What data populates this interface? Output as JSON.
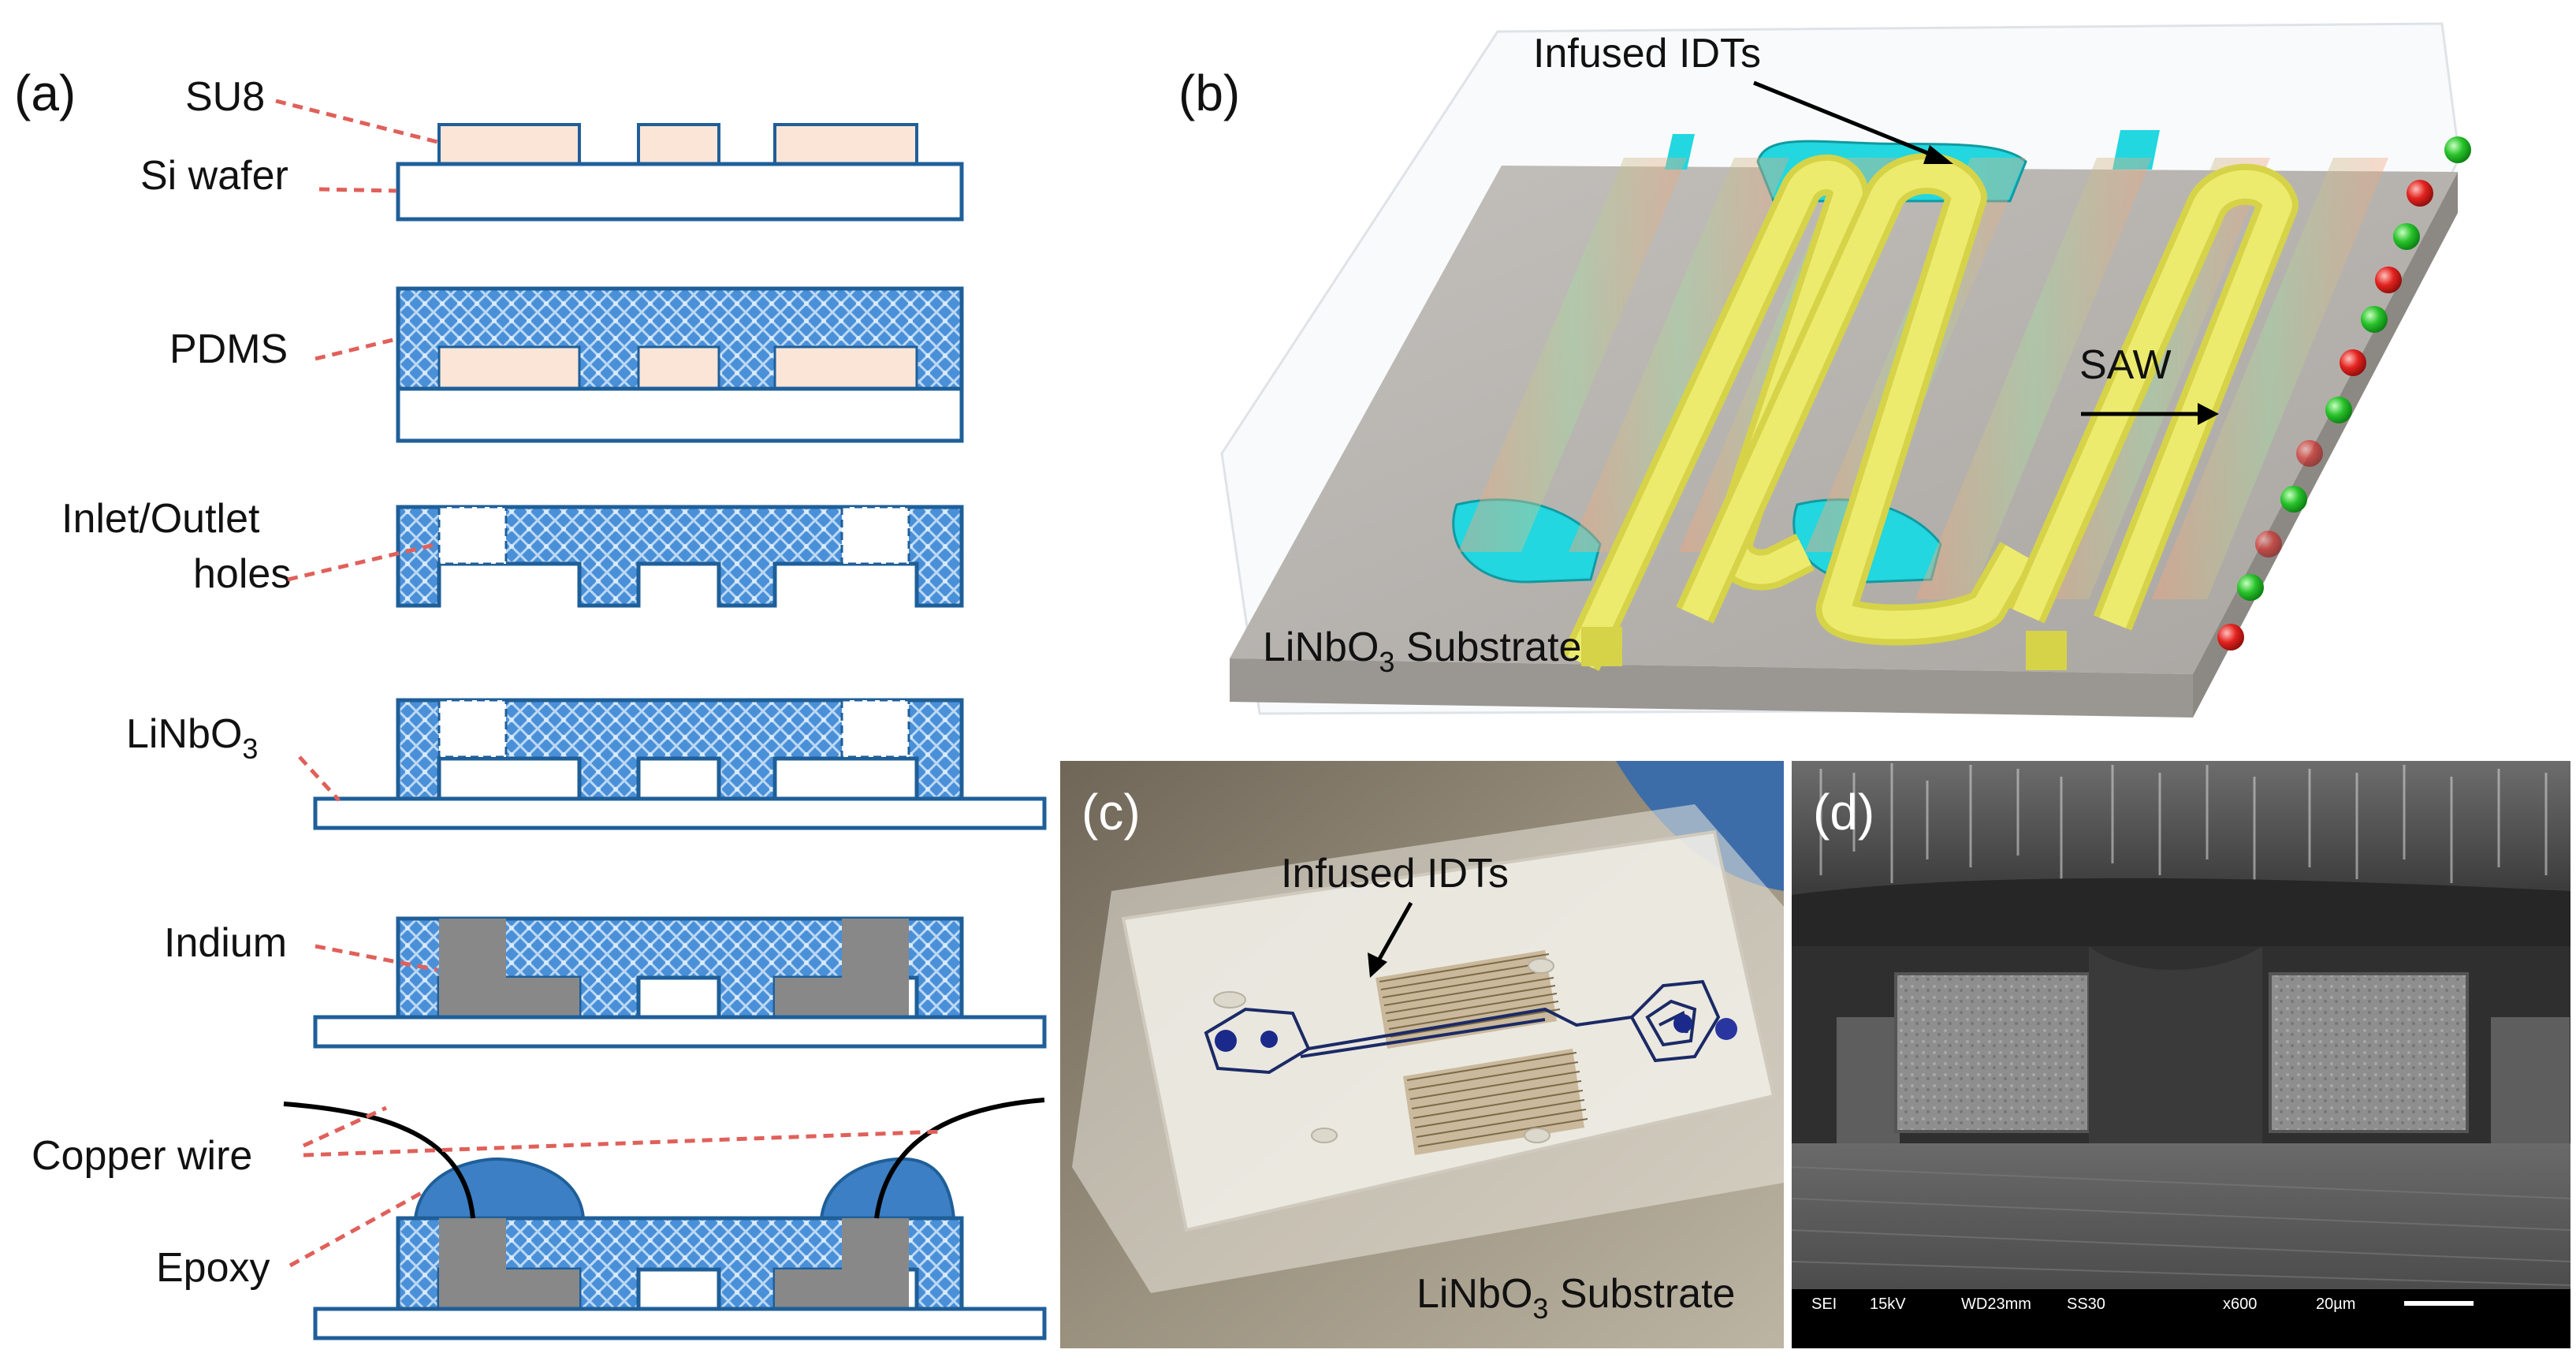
{
  "panels": {
    "a": "(a)",
    "b": "(b)",
    "c": "(c)",
    "d": "(d)"
  },
  "panel_a": {
    "labels": {
      "su8": "SU8",
      "si_wafer": "Si wafer",
      "pdms": "PDMS",
      "holes_line1": "Inlet/Outlet",
      "holes_line2": "holes",
      "linbo3_main": "LiNbO",
      "linbo3_sub": "3",
      "indium": "Indium",
      "copper_wire": "Copper wire",
      "epoxy": "Epoxy"
    }
  },
  "panel_b": {
    "infused_idts": "Infused IDTs",
    "saw": "SAW",
    "substrate_main": "LiNbO",
    "substrate_sub": "3",
    "substrate_rest": " Substrate"
  },
  "panel_c": {
    "infused_idts": "Infused IDTs",
    "substrate_main": "LiNbO",
    "substrate_sub": "3",
    "substrate_rest": " Substrate"
  },
  "panel_d": {
    "sem_bar": [
      "SEI",
      "15kV",
      "WD23mm",
      "SS30",
      "x600",
      "20µm"
    ]
  },
  "colors": {
    "pdms_blue": "#4a90d9",
    "outline_blue": "#1f5f99",
    "su8_peach": "#fbe5d6",
    "indium_grey": "#888888",
    "epoxy_blue": "#3c7fc4",
    "leader_red": "#e0605a",
    "idt_yellow": "#e8e65a",
    "channel_cyan": "#22d7df",
    "substrate_grey": "#b7b4b0",
    "particle_green": "#29c22b",
    "particle_red": "#e3231f"
  }
}
